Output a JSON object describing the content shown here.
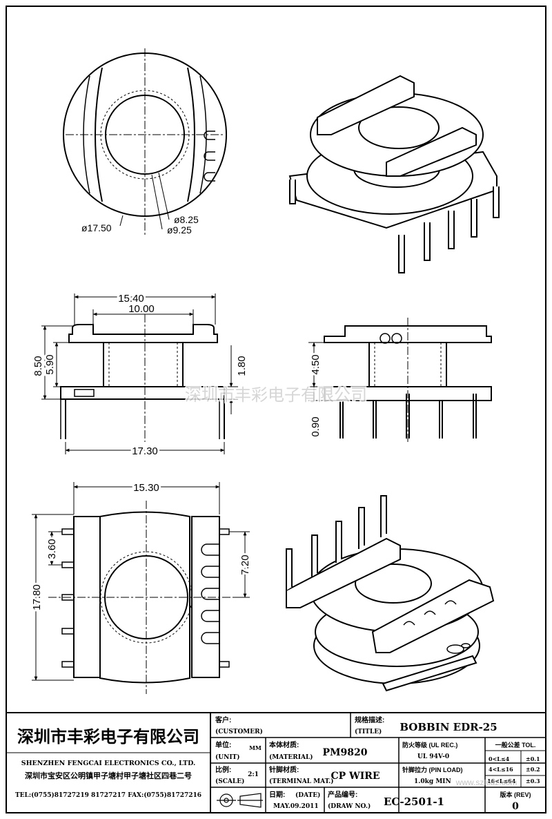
{
  "watermark": "深圳市丰彩电子有限公司",
  "views": {
    "top": {
      "dim_outer": "ø17.50",
      "dim_inner1": "ø8.25",
      "dim_inner2": "ø9.25"
    },
    "front": {
      "dim_top_width": "15.40",
      "dim_inner_width": "10.00",
      "dim_height_total": "8.50",
      "dim_height_winding": "5.90",
      "dim_flange": "1.80",
      "dim_base_width": "17.30"
    },
    "side": {
      "dim_height": "4.50",
      "dim_pin": "0.90"
    },
    "bottom": {
      "dim_width": "15.30",
      "dim_height": "17.80",
      "dim_pitch": "3.60",
      "dim_slot": "7.20"
    }
  },
  "title_block": {
    "company_cn": "深圳市丰彩电子有限公司",
    "company_en": "SHENZHEN FENGCAI ELECTRONICS CO., LTD.",
    "address": "深圳市宝安区公明镇甲子塘村甲子塘社区四巷二号",
    "tel_fax": "TEL:(0755)81727219  81727217   FAX:(0755)81727216",
    "customer_cn": "客户:",
    "customer_en": "(CUSTOMER)",
    "title_cn": "规格描述:",
    "title_en": "(TITLE)",
    "title_value": "BOBBIN EDR-25",
    "unit_cn": "单位:",
    "unit_en": "(UNIT)",
    "unit_value": "MM",
    "material_cn": "本体材质:",
    "material_en": "(MATERIAL)",
    "material_value": "PM9820",
    "ul_label": "防火等级 (UL REC.)",
    "ul_value": "UL 94V-0",
    "tol_label": "一般公差 TOL.",
    "tol_rows": [
      {
        "range": "0<L≤4",
        "tol": "±0.1"
      },
      {
        "range": "4<L≤16",
        "tol": "±0.2"
      },
      {
        "range": "16<L≤64",
        "tol": "±0.3"
      }
    ],
    "scale_cn": "比例:",
    "scale_en": "(SCALE)",
    "scale_value": "2:1",
    "terminal_cn": "针脚材质:",
    "terminal_en": "(TERMINAL MAT.)",
    "terminal_value": "CP WIRE",
    "pin_load_label": "针脚拉力 (PIN LOAD)",
    "pin_load_value": "1.0kg MIN",
    "date_cn": "日期:",
    "date_en": "(DATE)",
    "date_value": "MAY.09.2011",
    "draw_cn": "产品编号:",
    "draw_en": "(DRAW NO.)",
    "draw_value": "EC-2501-1",
    "rev_label": "版本 (REV)",
    "rev_value": "0",
    "site_watermark": "www.szfcdz.com"
  }
}
